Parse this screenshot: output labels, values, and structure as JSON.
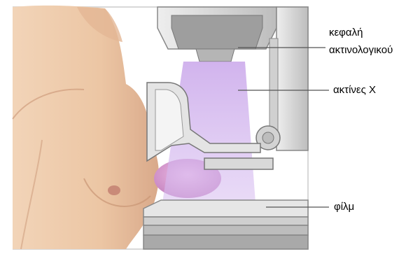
{
  "labels": {
    "xray_head_line1": "κεφαλή",
    "xray_head_line2": "ακτινολογικού",
    "xrays": "ακτίνες Χ",
    "film": "φίλμ"
  },
  "colors": {
    "skin": "#ecc9a8",
    "skin_shadow": "#d9a98a",
    "nipple": "#c98a78",
    "machine_gray": "#d6d6d6",
    "machine_dark": "#a9a9a9",
    "beam_purple": "#b48ad8",
    "compressed_breast": "#d9a3d6",
    "leader_line": "#555555"
  }
}
